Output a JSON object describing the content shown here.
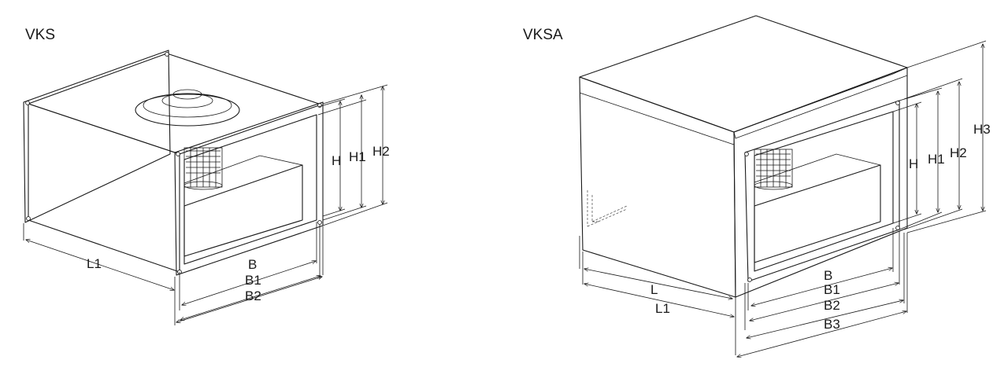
{
  "figures": [
    {
      "title": "VKS",
      "dimensions": [
        "H",
        "H1",
        "H2",
        "L1",
        "B",
        "B1",
        "B2"
      ]
    },
    {
      "title": "VKSA",
      "dimensions": [
        "H",
        "H1",
        "H2",
        "H3",
        "L",
        "L1",
        "B",
        "B1",
        "B2",
        "B3"
      ]
    }
  ]
}
